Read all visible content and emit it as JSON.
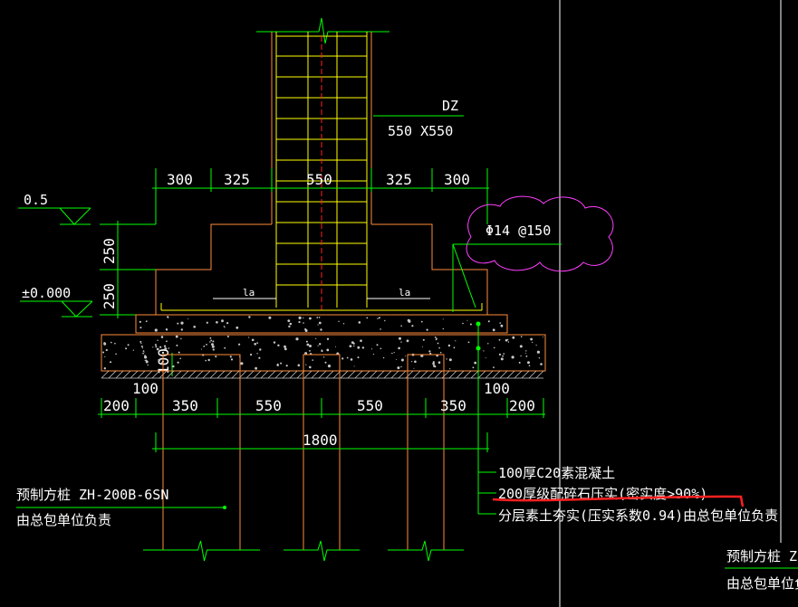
{
  "column": {
    "name": "DZ",
    "size": "550 X550"
  },
  "dims_top": [
    "300",
    "325",
    "550",
    "325",
    "300"
  ],
  "rebar": "Φ14 @150",
  "la_left": "la",
  "la_right": "la",
  "elevations": {
    "top": "0.5",
    "ground": "±0.000"
  },
  "dims_vertical": [
    "250",
    "250",
    "100"
  ],
  "dims_bottom_small": [
    "100",
    "100"
  ],
  "dims_bottom": [
    "200",
    "350",
    "550",
    "550",
    "350",
    "200"
  ],
  "total_width": "1800",
  "notes": [
    "100厚C20素混凝土",
    "200厚级配碎石压实(密实度>90%)",
    "分层素土夯实(压实系数0.94)由总包单位负责"
  ],
  "pile": {
    "line1": "预制方桩 ZH-200B-6SN",
    "line2": "由总包单位负责"
  },
  "pile_right": {
    "line1": "预制方桩 Z",
    "line2": "由总包单位负"
  },
  "colors": {
    "green": "#00ff00",
    "yellow": "#ffff00",
    "orange": "#ff8c3a",
    "red": "#ff2020",
    "magenta": "#ff40ff",
    "white": "#ffffff",
    "grey": "#c8c8c8"
  }
}
